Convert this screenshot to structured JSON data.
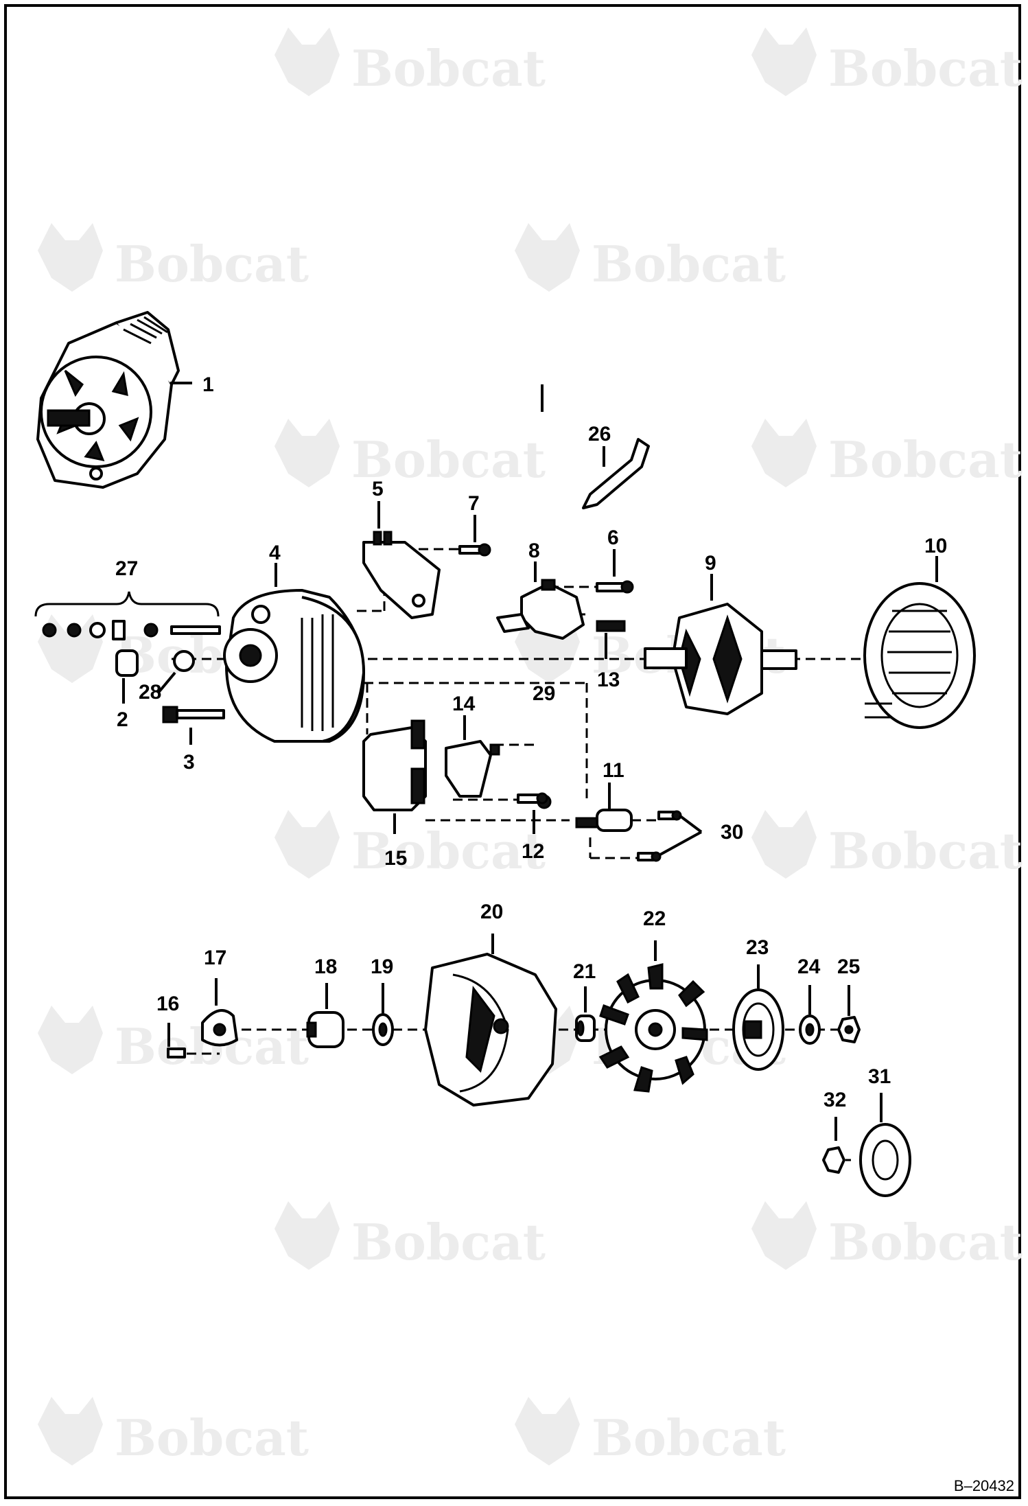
{
  "watermark": {
    "text": "Bobcat"
  },
  "figure_code": "B–20432",
  "callouts": [
    "1",
    "2",
    "3",
    "4",
    "5",
    "6",
    "7",
    "8",
    "9",
    "10",
    "11",
    "12",
    "13",
    "14",
    "15",
    "16",
    "17",
    "18",
    "19",
    "20",
    "21",
    "22",
    "23",
    "24",
    "25",
    "26",
    "27",
    "28",
    "29",
    "30",
    "31",
    "32"
  ]
}
